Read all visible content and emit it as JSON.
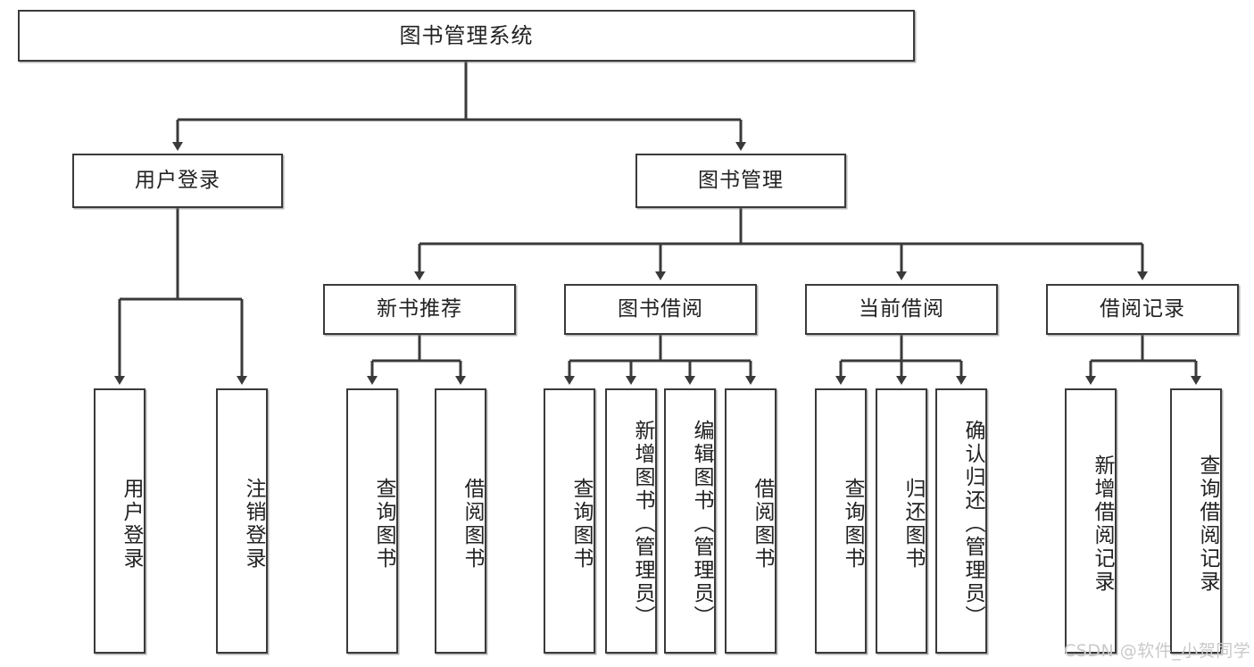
{
  "diagram": {
    "title": "图书管理系统",
    "watermark": "CSDN @软件_小贺同学",
    "stroke_color": "#3a3a3a",
    "text_color": "#222222",
    "background": "#ffffff",
    "watermark_color": "#c9c9c9"
  },
  "nodes": {
    "root": {
      "label": "图书管理系统"
    },
    "level2": [
      {
        "label": "用户登录"
      },
      {
        "label": "图书管理"
      }
    ],
    "level3": [
      {
        "label": "新书推荐"
      },
      {
        "label": "图书借阅"
      },
      {
        "label": "当前借阅"
      },
      {
        "label": "借阅记录"
      }
    ],
    "leaves": {
      "user_login": [
        {
          "label": "用户登录"
        },
        {
          "label": "注销登录"
        }
      ],
      "new_book_recommend": [
        {
          "label": "查询图书"
        },
        {
          "label": "借阅图书"
        }
      ],
      "book_borrow": [
        {
          "label": "查询图书"
        },
        {
          "label": "新增图书（管理员）"
        },
        {
          "label": "编辑图书（管理员）"
        },
        {
          "label": "借阅图书"
        }
      ],
      "current_borrow": [
        {
          "label": "查询图书"
        },
        {
          "label": "归还图书"
        },
        {
          "label": "确认归还（管理员）"
        }
      ],
      "borrow_records": [
        {
          "label": "新增借阅记录"
        },
        {
          "label": "查询借阅记录"
        }
      ]
    }
  }
}
